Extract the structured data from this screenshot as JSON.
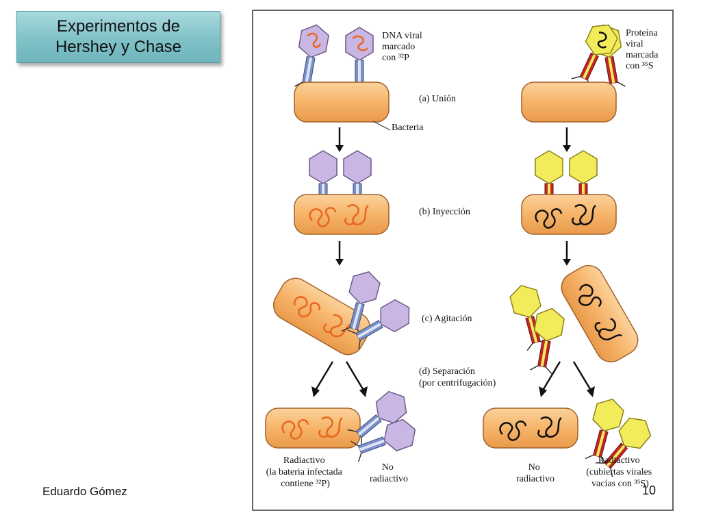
{
  "slide": {
    "title": "Experimentos de\nHershey y Chase",
    "author": "Eduardo Gómez",
    "page_number": "10"
  },
  "diagram": {
    "labels": {
      "dna_viral": [
        "DNA viral",
        "marcado",
        "con ³²P"
      ],
      "proteina_viral": [
        "Proteína",
        "viral",
        "marcada",
        "con ³⁵S"
      ],
      "step_a": "(a) Unión",
      "bacteria": "Bacteria",
      "step_b": "(b) Inyección",
      "step_c": "(c) Agitación",
      "step_d": [
        "(d) Separación",
        "(por centrifugación)"
      ],
      "left_pellet": [
        "Radiactivo",
        "(la bateria infectada",
        "contiene ³²P)"
      ],
      "left_supernatant": [
        "No",
        "radiactivo"
      ],
      "right_pellet": [
        "No",
        "radiactivo"
      ],
      "right_supernatant": [
        "Radiactivo",
        "(cubiertas virales",
        "vacías con ³⁵S)"
      ]
    },
    "colors": {
      "bacteria_fill": "#f6b46a",
      "bacteria_stroke": "#a0602a",
      "phage_dna_head": "#c9b6e2",
      "phage_dna_tail": "#7b8fc8",
      "phage_protein_head": "#f3ec5a",
      "phage_protein_tail": "#c0262a",
      "dna_labeled": "#e8661e",
      "dna_unlabeled": "#111111"
    }
  }
}
